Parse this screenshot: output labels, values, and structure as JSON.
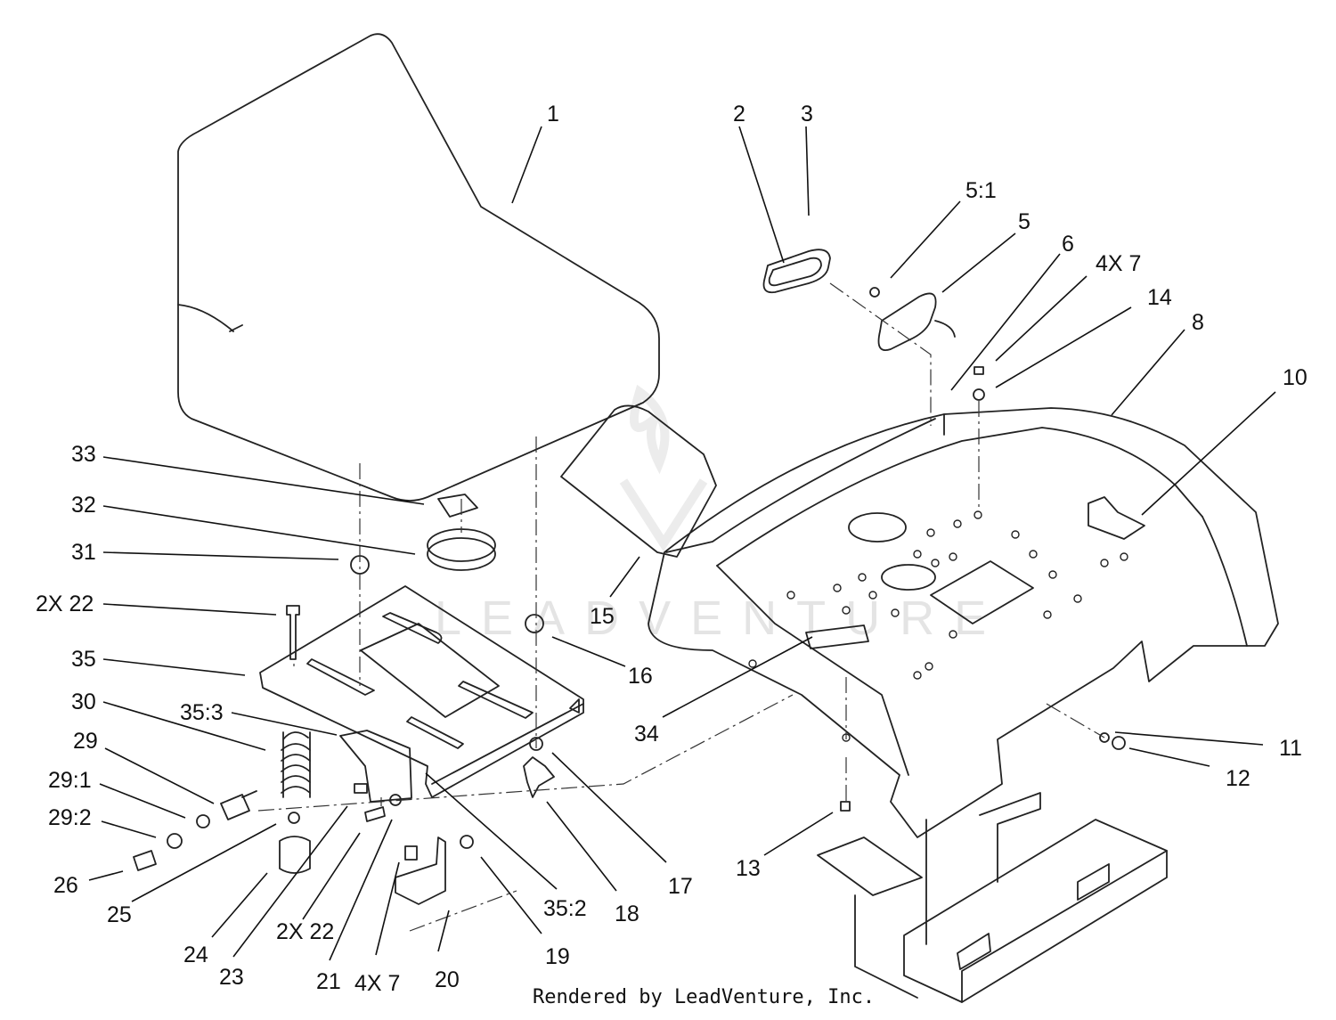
{
  "diagram": {
    "callouts": {
      "c1": "1",
      "c2": "2",
      "c3": "3",
      "c5_1": "5:1",
      "c5": "5",
      "c6": "6",
      "c4x7_a": "4X 7",
      "c14": "14",
      "c8": "8",
      "c10": "10",
      "c33": "33",
      "c32": "32",
      "c31": "31",
      "c2x22_a": "2X 22",
      "c35": "35",
      "c30": "30",
      "c35_3": "35:3",
      "c29": "29",
      "c29_1": "29:1",
      "c29_2": "29:2",
      "c26": "26",
      "c25": "25",
      "c24": "24",
      "c23": "23",
      "c2x22_b": "2X 22",
      "c21": "21",
      "c4x7_b": "4X 7",
      "c20": "20",
      "c19": "19",
      "c35_2": "35:2",
      "c18": "18",
      "c17": "17",
      "c16": "16",
      "c15": "15",
      "c34": "34",
      "c13": "13",
      "c11": "11",
      "c12": "12"
    },
    "watermark": "LEADVENTURE",
    "credit": "Rendered by LeadVenture, Inc."
  }
}
